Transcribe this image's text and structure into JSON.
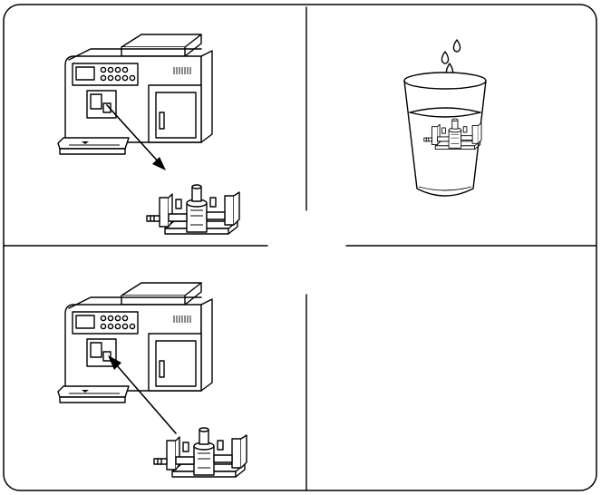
{
  "figure": {
    "panels": [
      {
        "id": "step-remove-brew-unit",
        "icons": [
          "coffee-machine-icon",
          "arrow-out-icon",
          "brew-unit-icon"
        ]
      },
      {
        "id": "step-rinse-brew-unit",
        "icons": [
          "water-glass-icon",
          "water-drop-icon",
          "brew-unit-icon"
        ]
      },
      {
        "id": "step-insert-brew-unit",
        "icons": [
          "coffee-machine-icon",
          "arrow-in-icon",
          "brew-unit-icon"
        ]
      },
      {
        "id": "step-empty",
        "icons": []
      }
    ],
    "colors": {
      "line": "#000000",
      "background": "#ffffff"
    }
  }
}
